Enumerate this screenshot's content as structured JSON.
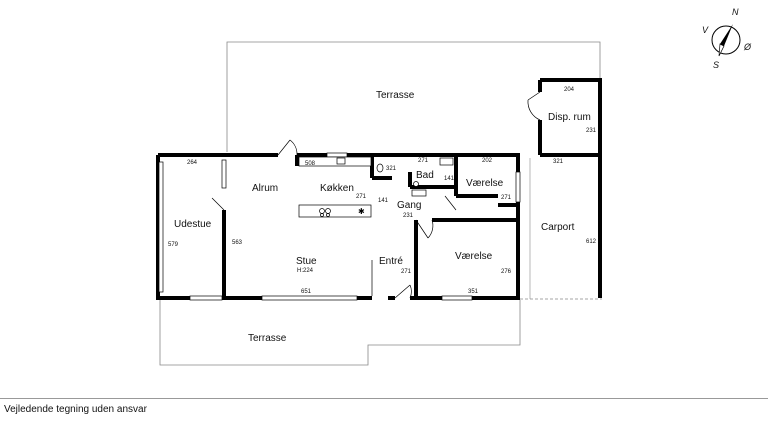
{
  "rooms": {
    "terrasse_top": "Terrasse",
    "terrasse_bottom": "Terrasse",
    "alrum": "Alrum",
    "kokken": "Køkken",
    "bad": "Bad",
    "vaerelse_top": "Værelse",
    "vaerelse_bottom": "Værelse",
    "udestue": "Udestue",
    "stue": "Stue",
    "stue_height": "H:224",
    "gang": "Gang",
    "entre": "Entré",
    "carport": "Carport",
    "disp_rum": "Disp. rum"
  },
  "dimensions": {
    "d264": "264",
    "d508": "508",
    "d321a": "321",
    "d271a": "271",
    "d202": "202",
    "d141a": "141",
    "d271b": "271",
    "d141b": "141",
    "d231a": "231",
    "d271c": "271",
    "d579": "579",
    "d563": "563",
    "d271d": "271",
    "d276": "276",
    "d651": "651",
    "d351": "351",
    "d204": "204",
    "d231b": "231",
    "d321b": "321",
    "d612": "612"
  },
  "compass": {
    "n": "N",
    "v": "V",
    "o": "Ø",
    "s": "S"
  },
  "footer": {
    "caption": "Vejledende tegning uden ansvar"
  }
}
